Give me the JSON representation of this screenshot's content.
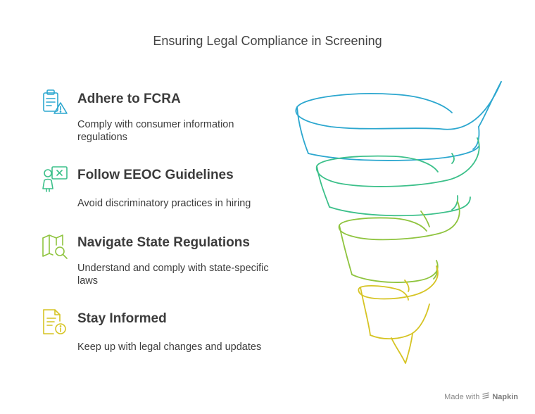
{
  "title": "Ensuring Legal Compliance in Screening",
  "items": [
    {
      "heading": "Adhere to FCRA",
      "description": "Comply with consumer information regulations",
      "icon": "clipboard-warning-icon",
      "color": "#2ca7cf"
    },
    {
      "heading": "Follow EEOC Guidelines",
      "description": "Avoid discriminatory practices in hiring",
      "icon": "person-x-board-icon",
      "color": "#3cc08a"
    },
    {
      "heading": "Navigate State Regulations",
      "description": "Understand and comply with state-specific laws",
      "icon": "map-search-icon",
      "color": "#8fc43f"
    },
    {
      "heading": "Stay Informed",
      "description": "Keep up with legal changes and updates",
      "icon": "document-info-icon",
      "color": "#d6c424"
    }
  ],
  "credit": {
    "prefix": "Made with",
    "brand": "Napkin"
  }
}
